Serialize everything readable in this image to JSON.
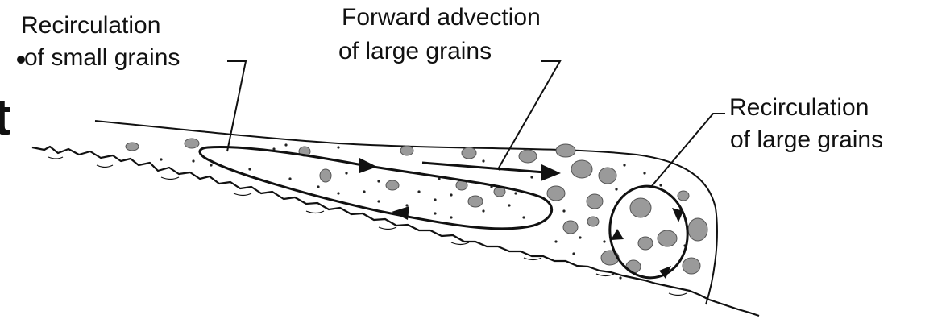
{
  "labels": {
    "small_recirc_line1": "Recirculation",
    "small_recirc_line2": "of small grains",
    "forward_line1": "Forward advection",
    "forward_line2": "of large grains",
    "large_recirc_line1": "Recirculation",
    "large_recirc_line2": "of large grains"
  },
  "edge_fragment": "t",
  "colors": {
    "ink": "#111111",
    "grain_fill": "#9a9a9a",
    "background": "#ffffff"
  }
}
